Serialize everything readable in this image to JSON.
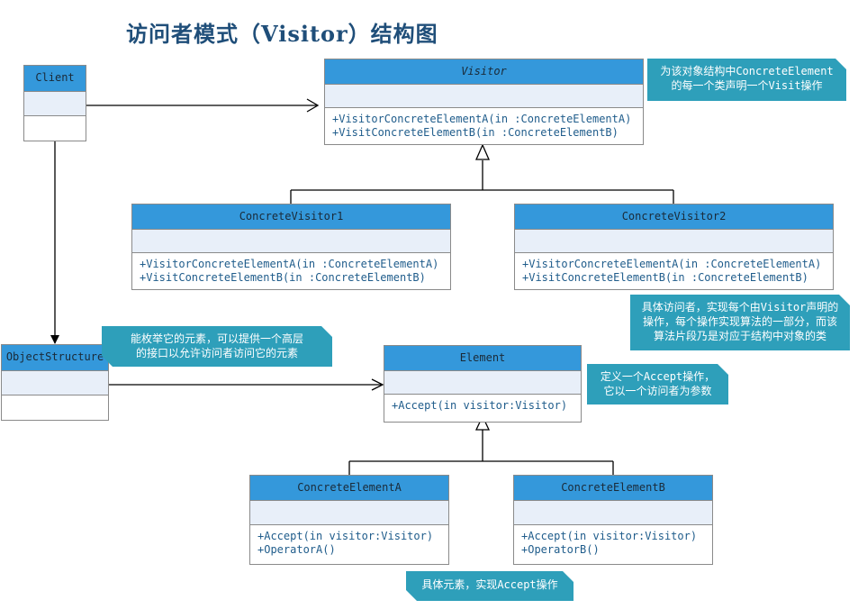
{
  "title": "访问者模式（Visitor）结构图",
  "colors": {
    "title": "#1F4E79",
    "class_header": "#3498DB",
    "class_attrs": "#E8EFF9",
    "class_border": "#8a8a8a",
    "op_text": "#1F5C8B",
    "callout_bg": "#2E9FBA",
    "callout_text": "#FFFFFF",
    "wire": "#000000",
    "background": "#FFFFFF"
  },
  "classes": {
    "client": {
      "name": "Client",
      "abstract": false,
      "attributes": [],
      "operations": []
    },
    "visitor": {
      "name": "Visitor",
      "abstract": true,
      "attributes": [],
      "operations": [
        "+VisitorConcreteElementA(in :ConcreteElementA)",
        "+VisitConcreteElementB(in :ConcreteElementB)"
      ]
    },
    "concrete_visitor_1": {
      "name": "ConcreteVisitor1",
      "abstract": false,
      "attributes": [],
      "operations": [
        "+VisitorConcreteElementA(in :ConcreteElementA)",
        "+VisitConcreteElementB(in :ConcreteElementB)"
      ]
    },
    "concrete_visitor_2": {
      "name": "ConcreteVisitor2",
      "abstract": false,
      "attributes": [],
      "operations": [
        "+VisitorConcreteElementA(in :ConcreteElementA)",
        "+VisitConcreteElementB(in :ConcreteElementB)"
      ]
    },
    "object_structure": {
      "name": "ObjectStructure",
      "abstract": false,
      "attributes": [],
      "operations": []
    },
    "element": {
      "name": "Element",
      "abstract": false,
      "attributes": [],
      "operations": [
        "+Accept(in visitor:Visitor)"
      ]
    },
    "concrete_element_a": {
      "name": "ConcreteElementA",
      "abstract": false,
      "attributes": [],
      "operations": [
        "+Accept(in visitor:Visitor)",
        "+OperatorA()"
      ]
    },
    "concrete_element_b": {
      "name": "ConcreteElementB",
      "abstract": false,
      "attributes": [],
      "operations": [
        "+Accept(in visitor:Visitor)",
        "+OperatorB()"
      ]
    }
  },
  "callouts": {
    "visitor_note": {
      "lines": [
        "为该对象结构中ConcreteElement",
        "的每一个类声明一个Visit操作"
      ]
    },
    "concrete_visitor_note": {
      "lines": [
        "具体访问者，实现每个由Visitor声明的",
        "操作，每个操作实现算法的一部分，而该",
        "算法片段乃是对应于结构中对象的类"
      ]
    },
    "object_structure_note": {
      "lines": [
        "能枚举它的元素，可以提供一个高层",
        "的接口以允许访问者访问它的元素"
      ]
    },
    "element_note": {
      "lines": [
        "定义一个Accept操作，",
        "它以一个访问者为参数"
      ]
    },
    "concrete_element_note": {
      "lines": [
        "具体元素，实现Accept操作"
      ]
    }
  },
  "relations": [
    {
      "from": "Client",
      "to": "Visitor",
      "type": "association-directed"
    },
    {
      "from": "Client",
      "to": "ObjectStructure",
      "type": "association"
    },
    {
      "from": "ConcreteVisitor1",
      "to": "Visitor",
      "type": "generalization"
    },
    {
      "from": "ConcreteVisitor2",
      "to": "Visitor",
      "type": "generalization"
    },
    {
      "from": "ObjectStructure",
      "to": "Element",
      "type": "association-directed"
    },
    {
      "from": "ConcreteElementA",
      "to": "Element",
      "type": "generalization"
    },
    {
      "from": "ConcreteElementB",
      "to": "Element",
      "type": "generalization"
    }
  ]
}
